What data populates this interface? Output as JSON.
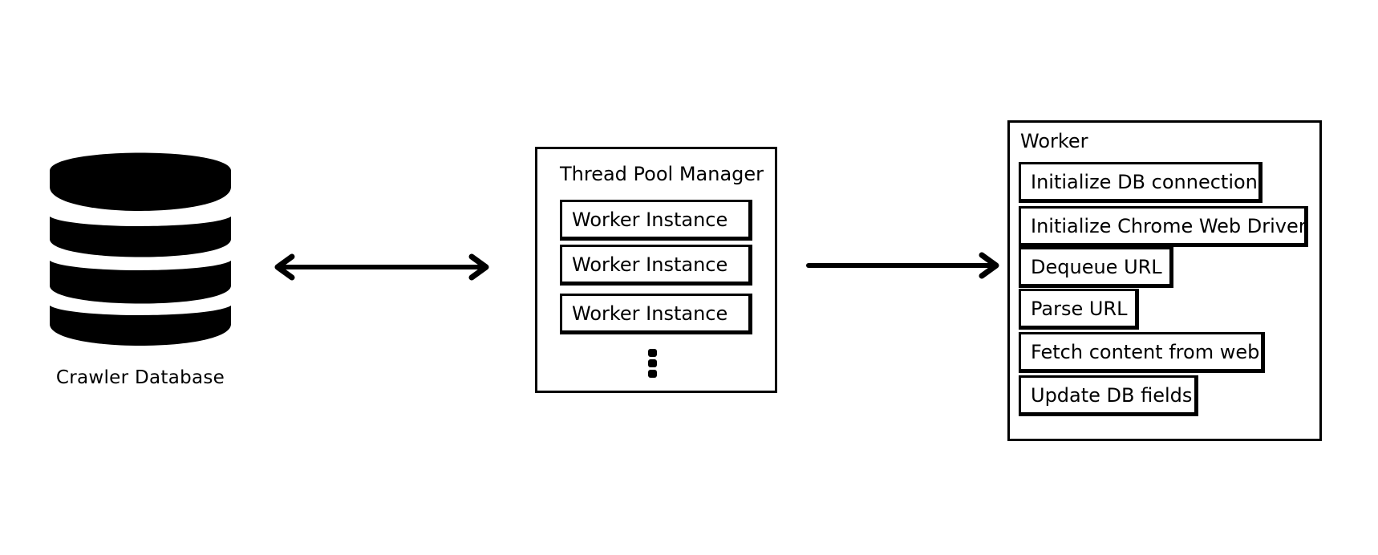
{
  "database": {
    "icon": "database-icon",
    "label": "Crawler Database"
  },
  "thread_pool": {
    "title": "Thread Pool Manager",
    "workers": [
      "Worker Instance",
      "Worker Instance",
      "Worker Instance"
    ],
    "more_icon": "vertical-ellipsis-icon"
  },
  "worker": {
    "title": "Worker",
    "steps": [
      "Initialize DB connection",
      "Initialize Chrome Web Driver",
      "Dequeue URL",
      "Parse URL",
      "Fetch content from web",
      "Update DB fields"
    ]
  },
  "connections": [
    {
      "from": "Crawler Database",
      "to": "Thread Pool Manager",
      "type": "bidirectional"
    },
    {
      "from": "Thread Pool Manager",
      "to": "Worker",
      "type": "directed"
    }
  ],
  "colors": {
    "stroke": "#000000",
    "background": "#ffffff"
  }
}
